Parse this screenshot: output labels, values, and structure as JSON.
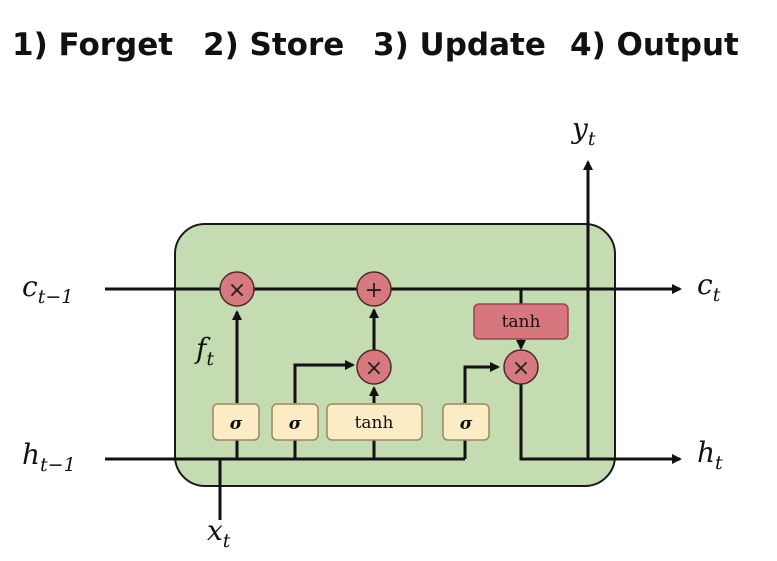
{
  "titles": {
    "step1": "1) Forget",
    "step2": "2) Store",
    "step3": "3) Update",
    "step4": "4) Output"
  },
  "variables": {
    "c_prev": {
      "base": "c",
      "sub": "t−1"
    },
    "c_next": {
      "base": "c",
      "sub": "t"
    },
    "h_prev": {
      "base": "h",
      "sub": "t−1"
    },
    "h_next": {
      "base": "h",
      "sub": "t"
    },
    "x_in": {
      "base": "x",
      "sub": "t"
    },
    "y_out": {
      "base": "y",
      "sub": "t"
    },
    "f_gate": {
      "base": "f",
      "sub": "t"
    }
  },
  "gates": {
    "forget_sigma": "σ",
    "input_sigma": "σ",
    "candidate_tanh": "tanh",
    "output_sigma": "σ",
    "cell_tanh": "tanh"
  },
  "operators": {
    "forget_mult": "×",
    "input_mult": "×",
    "cell_add": "+",
    "output_mult": "×"
  },
  "colors": {
    "cell_fill": "#c5dcb2",
    "cell_stroke": "#1a1a1a",
    "gate_fill": "#fbecc6",
    "gate_stroke": "#9a8a5a",
    "pointwise_fill": "#d77a80",
    "tanh_fill": "#d7767c",
    "line": "#111111"
  }
}
